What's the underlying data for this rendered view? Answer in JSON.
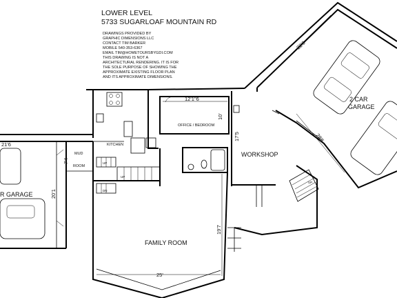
{
  "title": {
    "line1": "LOWER LEVEL",
    "line2": "5733 SUGARLOAF MOUNTAIN RD"
  },
  "notes": [
    "DRAWINGS PROVIDED BY",
    "GRAPHIC DIMENSIONS LLC",
    "CONTACT TIM BARKER",
    "MOBILE  540-353-6367",
    "EMAIL TIM@HOMETOURSBYGDI.COM",
    "THIS DRAWING IS NOT A",
    "ARCHITECTURAL RENDERING.  IT IS FOR",
    "THE SOLE PURPOSE OF SHOWING THE",
    "APPROXIMATE EXISTING FLOOR PLAN",
    "AND ITS APPROXIMATE DIMENSIONS."
  ],
  "rooms": {
    "two_car_garage_line1": "2 CAR",
    "two_car_garage_line2": "GARAGE",
    "workshop": "WORKSHOP",
    "office_bedroom": "OFFICE / BEDROOM",
    "kitchen": "KITCHEN",
    "mud_room_line1": "MUD",
    "mud_room_line2": "ROOM",
    "family_room": "FAMILY ROOM",
    "left_garage": "R GARAGE"
  },
  "dimensions": {
    "garage_top": "22'0",
    "garage_diag": "28'5",
    "workshop_side": "17'5",
    "office_width": "12'1\"6",
    "office_depth": "10'",
    "mud_depth": "7'4",
    "left_garage_width": "21'6",
    "left_garage_depth": "20'1",
    "family_depth": "19'7",
    "family_width": "25'"
  },
  "stairs": {
    "up": "UP",
    "dn": "DN"
  }
}
